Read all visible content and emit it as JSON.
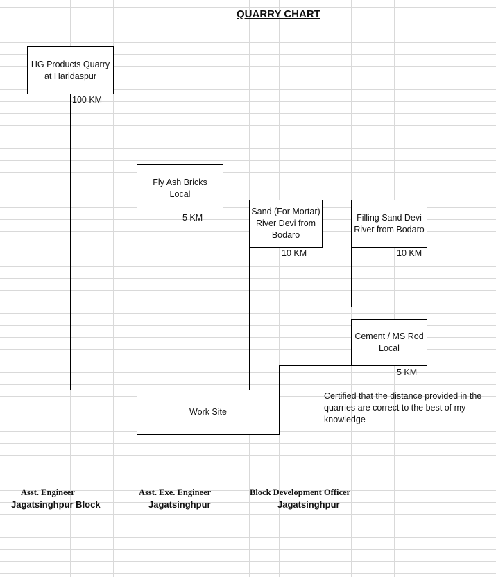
{
  "title": "QUARRY CHART",
  "sources": [
    {
      "id": "hg-products",
      "label": "HG Products Quarry at Haridaspur",
      "distance": "100 KM"
    },
    {
      "id": "fly-ash",
      "label": "Fly Ash Bricks Local",
      "distance": "5  KM"
    },
    {
      "id": "sand-mortar",
      "label": "Sand (For Mortar)  River Devi from Bodaro",
      "distance": "10  KM"
    },
    {
      "id": "filling-sand",
      "label": "Filling Sand Devi River from Bodaro",
      "distance": "10  KM"
    },
    {
      "id": "cement-rod",
      "label": "Cement / MS Rod Local",
      "distance": "5  KM"
    }
  ],
  "destination": {
    "label": "Work Site"
  },
  "certification": "Certified that the distance provided in the quarries are correct to the best of my knowledge",
  "signatories": [
    {
      "role": "Asst. Engineer",
      "place": "Jagatsinghpur Block"
    },
    {
      "role": "Asst. Exe.  Engineer",
      "place": "Jagatsinghpur"
    },
    {
      "role": "Block Development Officer",
      "place": "Jagatsinghpur"
    }
  ]
}
